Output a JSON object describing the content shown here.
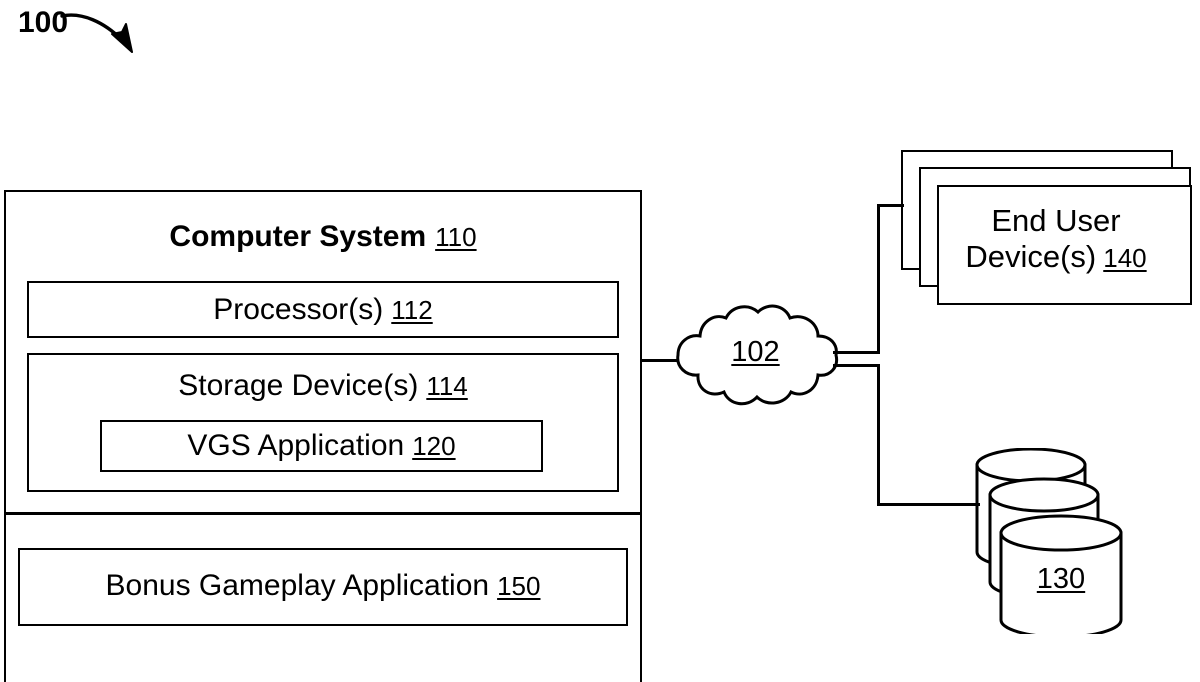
{
  "figure": {
    "number": "100",
    "arrow_icon": "curved-arrow-icon"
  },
  "computer_system": {
    "title": "Computer System",
    "ref": "110",
    "processor": {
      "label": "Processor(s)",
      "ref": "112"
    },
    "storage": {
      "label": "Storage Device(s)",
      "ref": "114",
      "vgs_application": {
        "label": "VGS Application",
        "ref": "120"
      }
    },
    "bonus_gameplay": {
      "label": "Bonus Gameplay Application",
      "ref": "150"
    }
  },
  "network": {
    "icon": "cloud-icon",
    "ref": "102"
  },
  "end_user_devices": {
    "line1": "End User",
    "line2": "Device(s)",
    "ref": "140",
    "stack_count": 3
  },
  "databases": {
    "icon": "database-cylinder-icon",
    "ref": "130",
    "stack_count": 3
  },
  "colors": {
    "stroke": "#000000",
    "background": "#ffffff"
  }
}
